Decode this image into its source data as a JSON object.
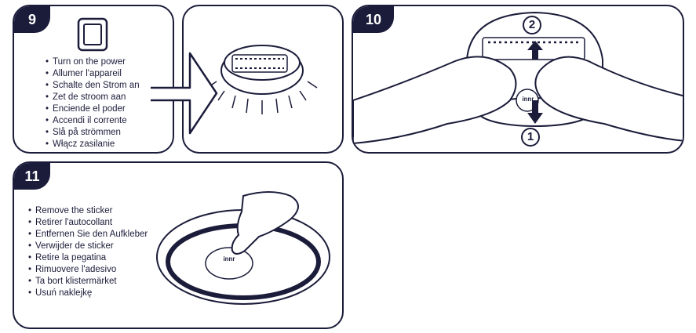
{
  "steps": [
    {
      "number": "9",
      "items": [
        "Turn on the power",
        "Allumer l'appareil",
        "Schalte den Strom an",
        "Zet de stroom aan",
        "Enciende el poder",
        "Accendi il corrente",
        "Slå på strömmen",
        "Włącz zasilanie"
      ]
    },
    {
      "number": "10",
      "callouts": [
        "2",
        "1"
      ]
    },
    {
      "number": "11",
      "items": [
        "Remove the sticker",
        "Retirer l'autocollant",
        "Entfernen Sie den Aufkleber",
        "Verwijder de sticker",
        "Retire la pegatina",
        "Rimuovere l'adesivo",
        "Ta bort klistermärket",
        "Usuń naklejkę"
      ]
    }
  ],
  "logo_text": "innr",
  "colors": {
    "ink": "#1b1c3a",
    "background": "#ffffff"
  }
}
